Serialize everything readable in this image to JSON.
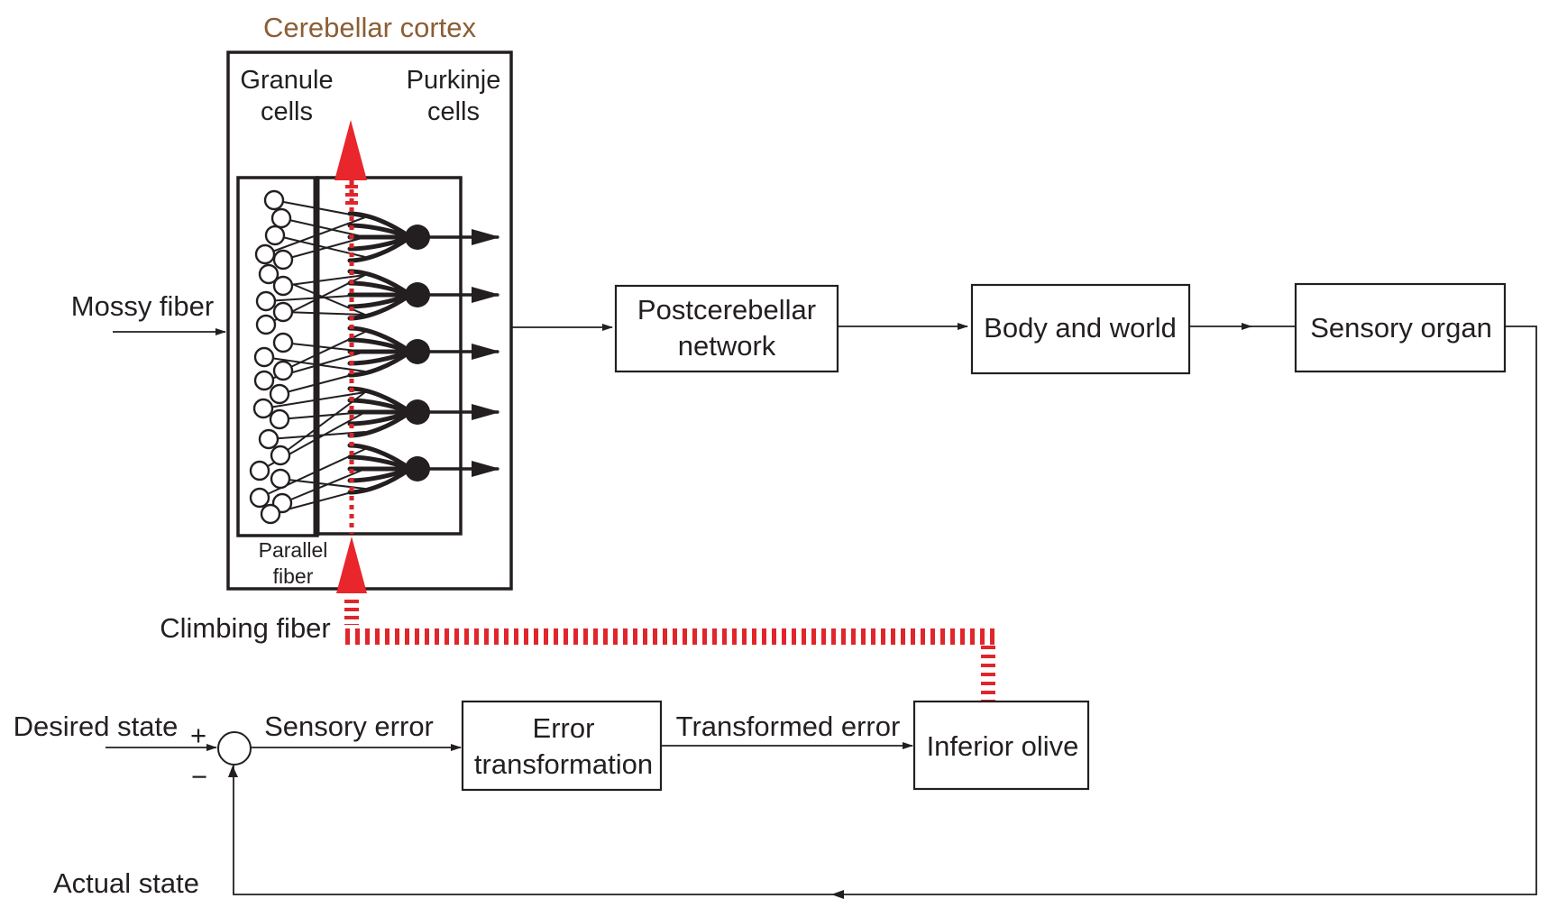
{
  "title": "Cerebellar cortex",
  "colors": {
    "title": "#8b5e34",
    "climbing_fiber": "#e0262b",
    "lines": "#231f20"
  },
  "cortex": {
    "granule_label_1": "Granule",
    "granule_label_2": "cells",
    "purkinje_label_1": "Purkinje",
    "purkinje_label_2": "cells",
    "parallel_label_1": "Parallel",
    "parallel_label_2": "fiber",
    "granule_cell_count": 24,
    "purkinje_cell_count": 5
  },
  "inputs": {
    "mossy_fiber": "Mossy fiber",
    "climbing_fiber": "Climbing fiber",
    "desired_state": "Desired state",
    "actual_state": "Actual state"
  },
  "summing_junction": {
    "plus": "+",
    "minus": "−"
  },
  "boxes": {
    "postcerebellar_1": "Postcerebellar",
    "postcerebellar_2": "network",
    "body_world": "Body and world",
    "sensory_organ": "Sensory organ",
    "error_transformation_1": "Error",
    "error_transformation_2": "transformation",
    "inferior_olive": "Inferior olive"
  },
  "signals": {
    "sensory_error": "Sensory error",
    "transformed_error": "Transformed error"
  }
}
